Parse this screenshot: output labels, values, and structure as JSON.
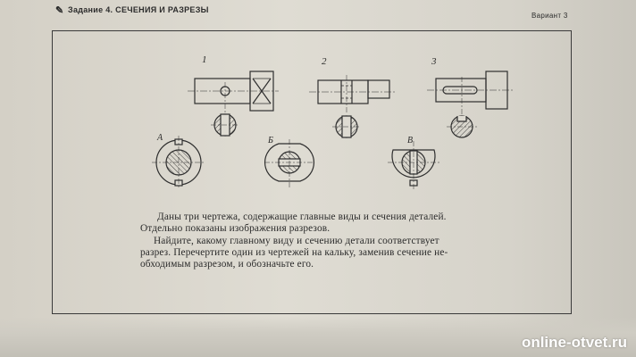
{
  "header": {
    "mark": "✎",
    "title": "Задание 4. СЕЧЕНИЯ И РАЗРЕЗЫ",
    "variant": "Вариант 3"
  },
  "drawings": {
    "figure_numbers": [
      "1",
      "2",
      "3"
    ],
    "section_letters": [
      "А",
      "Б",
      "В"
    ]
  },
  "text": {
    "lines": [
      "Даны три чертежа, содержащие главные виды и сечения деталей.",
      "Отдельно показаны изображения разрезов.",
      "Найдите, какому главному виду и сечению детали соответствует",
      "разрез. Перечертите один из чертежей на кальку, заменив сечение не-",
      "обходимым разрезом, и обозначьте его."
    ]
  },
  "watermark": "online-otvet.ru"
}
